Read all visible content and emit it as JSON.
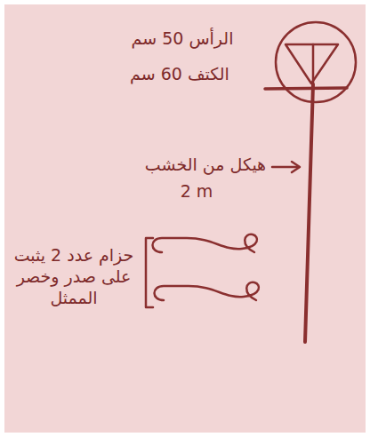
{
  "diagram": {
    "labels": [
      "الرأس 50 سم",
      "الكتف 60 سم",
      "هيكل من الخشب",
      "2 m",
      "حزام عدد 2 يثبت على صدر وخصر الممثل"
    ]
  }
}
